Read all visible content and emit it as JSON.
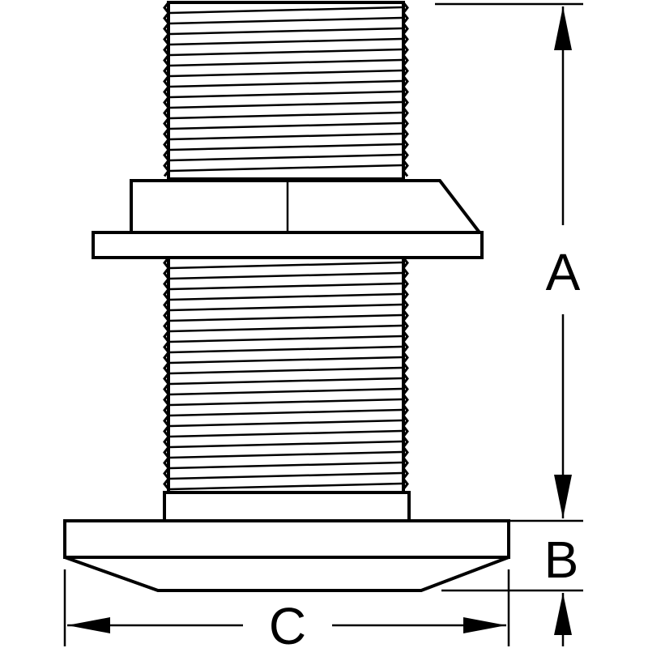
{
  "diagram": {
    "dimensions": {
      "a_label": "A",
      "b_label": "B",
      "c_label": "C"
    },
    "colors": {
      "stroke": "#000000",
      "background": "#ffffff"
    }
  }
}
